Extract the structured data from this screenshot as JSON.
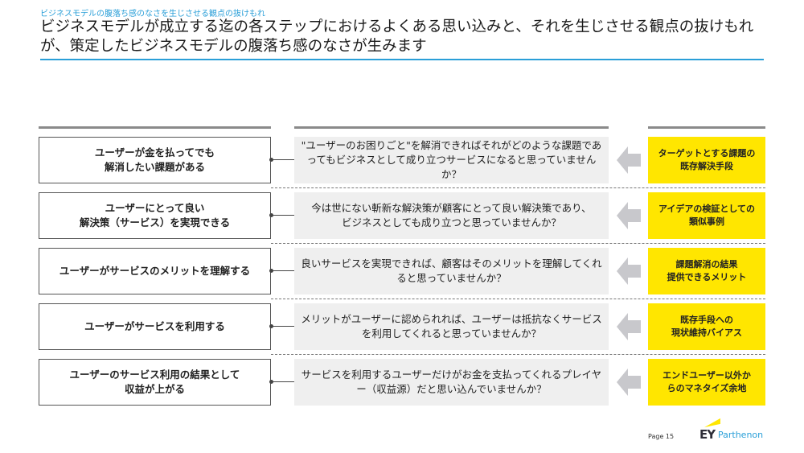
{
  "header": {
    "subtitle": "ビジネスモデルの腹落ち感のなさを生じさせる観点の抜けもれ",
    "title": "ビジネスモデルが成立する迄の各ステップにおけるよくある思い込みと、それを生じさせる観点の抜けもれが、策定したビジネスモデルの腹落ち感のなさが生みます"
  },
  "rows": [
    {
      "step": "ユーザーが金を払ってでも\n解消したい課題がある",
      "assumption": "\"ユーザーのお困りごと\"を解消できればそれがどのような課題であってもビジネスとして成り立つサービスになると思っていませんか？",
      "viewpoint": "ターゲットとする課題の\n既存解決手段"
    },
    {
      "step": "ユーザーにとって良い\n解決策（サービス）を実現できる",
      "assumption": "今は世にない斬新な解決策が顧客にとって良い解決策であり、\nビジネスとしても成り立つと思っていませんか？",
      "viewpoint": "アイデアの検証としての\n類似事例"
    },
    {
      "step": "ユーザーがサービスのメリットを理解する",
      "assumption": "良いサービスを実現できれば、顧客はそのメリットを理解してくれると思っていませんか？",
      "viewpoint": "課題解消の結果\n提供できるメリット"
    },
    {
      "step": "ユーザーがサービスを利用する",
      "assumption": "メリットがユーザーに認められれば、ユーザーは抵抗なくサービスを利用してくれると思っていませんか？",
      "viewpoint": "既存手段への\n現状維持バイアス"
    },
    {
      "step": "ユーザーのサービス利用の結果として\n収益が上がる",
      "assumption": "サービスを利用するユーザーだけがお金を支払ってくれるプレイヤー（収益源）だと思い込んでいませんか？",
      "viewpoint": "エンドユーザー以外か\nらのマネタイズ余地"
    }
  ],
  "footer": {
    "page": "Page 15",
    "logo_ey": "EY",
    "logo_text": "Parthenon"
  },
  "colors": {
    "accent": "#2a9fd8",
    "yellow": "#ffe600",
    "gray": "#efefef"
  }
}
